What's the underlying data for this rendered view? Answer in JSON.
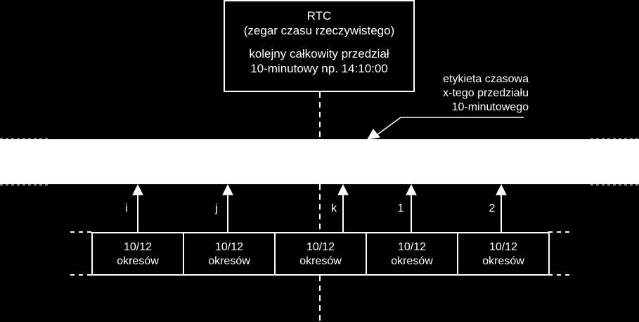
{
  "rtc_box": {
    "title": "RTC",
    "subtitle": "(zegar czasu rzeczywistego)",
    "line3": "kolejny całkowity przedział",
    "line4": "10-minutowy np. 14:10:00"
  },
  "annotation": {
    "line1": "etykieta czasowa",
    "line2": "x-tego przedziału",
    "line3": "10-minutowego"
  },
  "periods": [
    {
      "line1": "10/12",
      "line2": "okresów"
    },
    {
      "line1": "10/12",
      "line2": "okresów"
    },
    {
      "line1": "10/12",
      "line2": "okresów"
    },
    {
      "line1": "10/12",
      "line2": "okresów"
    },
    {
      "line1": "10/12",
      "line2": "okresów"
    }
  ],
  "arrow_labels": [
    "i",
    "j",
    "k",
    "1",
    "2"
  ],
  "colors": {
    "background": "#000000",
    "foreground": "#ffffff"
  }
}
